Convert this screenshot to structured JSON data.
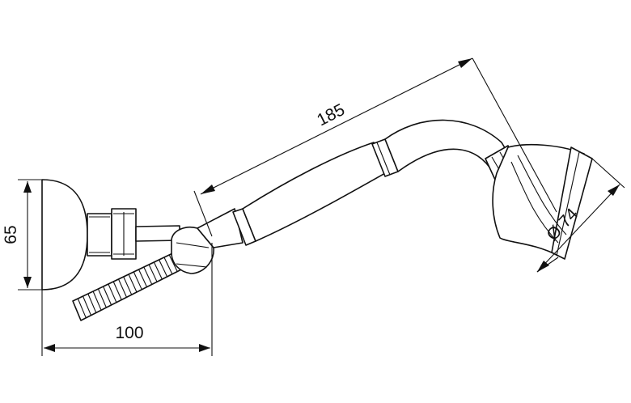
{
  "dimensions": {
    "length_handshower": "185",
    "head_diameter": "Ø 74",
    "holder_reach": "100",
    "holder_height": "65"
  },
  "colors": {
    "line": "#111111",
    "background": "#ffffff"
  }
}
